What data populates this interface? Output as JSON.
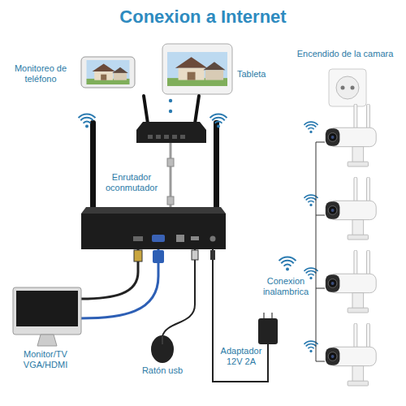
{
  "diagram": {
    "title": "Conexion a Internet",
    "nodes": [
      {
        "text": [
          "Monitoreo de teléfono"
        ]
      },
      {
        "text": [
          "Tableta"
        ]
      },
      {
        "text": [
          "Encendido de la camara"
        ]
      },
      {
        "text": [
          "Enrutador oconmutador"
        ]
      },
      {
        "text": [
          "Monitor/TV VGA/HDMI"
        ]
      },
      {
        "text": [
          "Ratón usb"
        ]
      },
      {
        "text": [
          "Adaptador 12V 2A"
        ]
      }
    ],
    "labels": [
      "Conexion inalambrica"
    ]
  }
}
